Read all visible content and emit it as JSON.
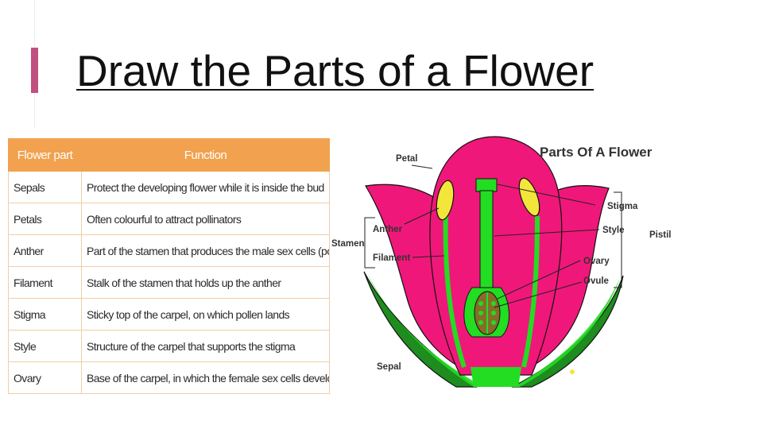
{
  "slide": {
    "title": "Draw the Parts of a Flower",
    "accent_color": "#c0507f"
  },
  "table": {
    "header_color": "#f2a14f",
    "headers": [
      "Flower part",
      "Function"
    ],
    "rows": [
      [
        "Sepals",
        "Protect the developing flower while it is inside the bud"
      ],
      [
        "Petals",
        "Often colourful to attract pollinators"
      ],
      [
        "Anther",
        "Part of the stamen that produces the male sex cells (pollen)"
      ],
      [
        "Filament",
        "Stalk of the stamen that holds up the anther"
      ],
      [
        "Stigma",
        "Sticky top of the carpel, on which pollen lands"
      ],
      [
        "Style",
        "Structure of the carpel that supports the stigma"
      ],
      [
        "Ovary",
        "Base of the carpel, in which the female sex cells develop"
      ]
    ]
  },
  "diagram": {
    "title": "Parts Of A Flower",
    "petal_color": "#f0177a",
    "stem_color": "#22dd22",
    "sepal_color": "#1e8c1e",
    "anther_color": "#f2e63a",
    "ovary_color": "#8a6a2a",
    "labels": {
      "petal": "Petal",
      "stamen": "Stamen",
      "anther": "Anther",
      "filament": "Filament",
      "sepal": "Sepal",
      "stigma": "Stigma",
      "style": "Style",
      "ovary": "Ovary",
      "ovule": "Ovule",
      "pistil": "Pistil"
    }
  }
}
